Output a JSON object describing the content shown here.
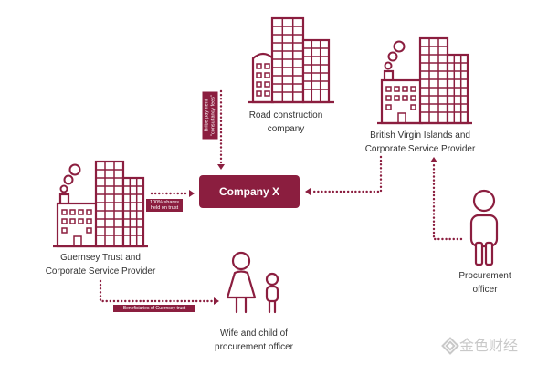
{
  "nodes": {
    "road_construction": {
      "label_lines": [
        "Road construction",
        "company"
      ]
    },
    "bvi": {
      "label_lines": [
        "British Virgin Islands and",
        "Corporate Service Provider"
      ]
    },
    "guernsey": {
      "label_lines": [
        "Guernsey Trust and",
        "Corporate Service Provider"
      ]
    },
    "company_x": {
      "label": "Company X"
    },
    "wife_child": {
      "label_lines": [
        "Wife and child of",
        "procurement officer"
      ]
    },
    "procurement_officer": {
      "label_lines": [
        "Procurement",
        "officer"
      ]
    }
  },
  "edges": {
    "bribe": {
      "label_lines": [
        "Bribe payment",
        "\"consultancy fees\""
      ]
    },
    "shares": {
      "label_lines": [
        "100% shares",
        "held on trust"
      ]
    },
    "beneficiaries": {
      "label": "Beneficiaries of Guernsey trust"
    }
  },
  "icons": {
    "road_construction": "building-icon",
    "bvi": "building-icon",
    "guernsey": "building-icon",
    "wife": "woman-icon",
    "child": "child-icon",
    "procurement_officer": "person-icon",
    "watermark": "coin-logo-icon"
  },
  "colors": {
    "accent": "#8b1e3f",
    "text": "#333333",
    "watermark": "#c9c9c9"
  },
  "watermark": {
    "text": "金色财经"
  }
}
